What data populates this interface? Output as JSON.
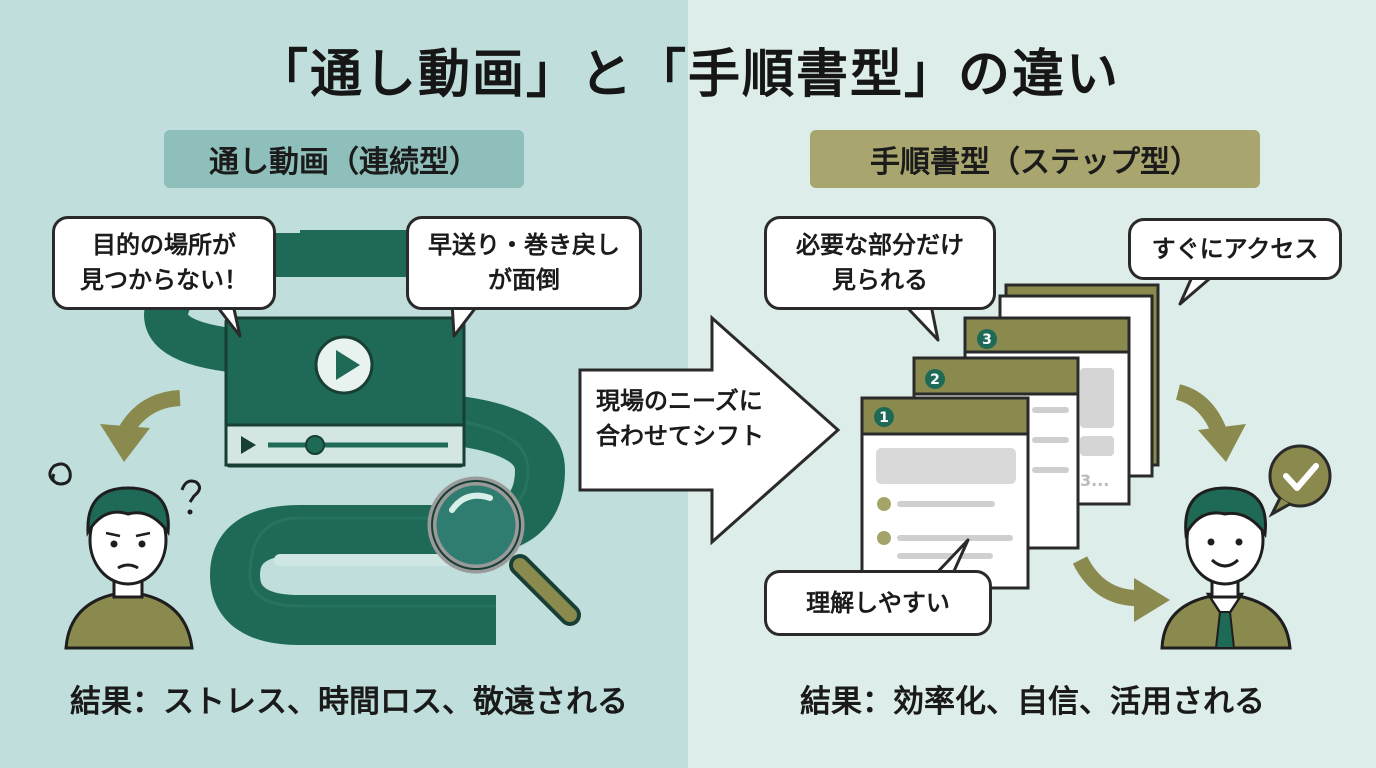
{
  "title": "「通し動画」と「手順書型」の違い",
  "left": {
    "heading": "通し動画（連続型）",
    "bubble_1_line1": "目的の場所が",
    "bubble_1_line2": "見つからない！",
    "bubble_2_line1": "早送り・巻き戻し",
    "bubble_2_line2": "が面倒",
    "result": "結果：ストレス、時間ロス、敬遠される"
  },
  "center": {
    "arrow_line1": "現場のニーズに",
    "arrow_line2": "合わせてシフト"
  },
  "right": {
    "heading": "手順書型（ステップ型）",
    "bubble_1_line1": "必要な部分だけ",
    "bubble_1_line2": "見られる",
    "bubble_2": "すぐにアクセス",
    "bubble_3": "理解しやすい",
    "cards": [
      "1",
      "2",
      "3"
    ],
    "card_3_text": "3...",
    "result": "結果：効率化、自信、活用される"
  },
  "colors": {
    "dark_green": "#1f6a56",
    "olive": "#8a8a4e",
    "left_bg": "#bfdedc",
    "right_bg": "#ddedea"
  },
  "icons": [
    "play-icon",
    "magnifier-icon",
    "confused-person-icon",
    "happy-person-icon",
    "check-icon",
    "curved-arrow-icon"
  ]
}
